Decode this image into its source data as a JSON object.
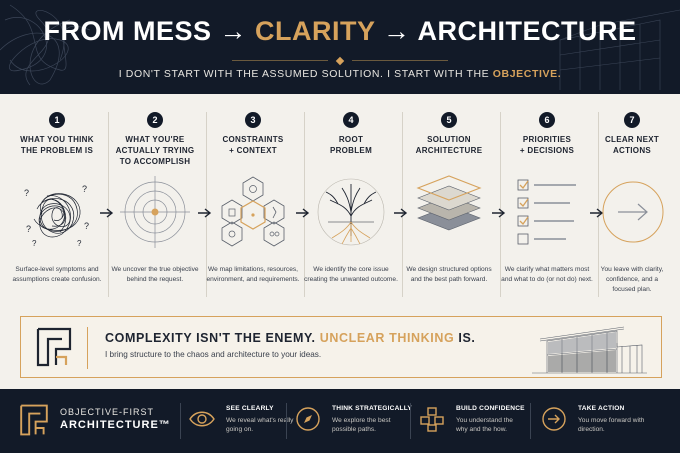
{
  "header": {
    "title_part1": "FROM MESS → ",
    "title_accent": "CLARITY",
    "title_part2": " → ARCHITECTURE",
    "subtitle_part1": "I DON'T START WITH THE ASSUMED SOLUTION. I START WITH THE ",
    "subtitle_accent": "OBJECTIVE.",
    "accent_color": "#d6a25c",
    "background_color": "#121a28"
  },
  "steps": [
    {
      "num": "1",
      "title": "WHAT YOU THINK\nTHE PROBLEM IS",
      "desc": "Surface-level symptoms and assumptions create confusion.",
      "icon": "scribble-icon"
    },
    {
      "num": "2",
      "title": "WHAT YOU'RE\nACTUALLY TRYING\nTO ACCOMPLISH",
      "desc": "We uncover the true objective behind the request.",
      "icon": "target-icon"
    },
    {
      "num": "3",
      "title": "CONSTRAINTS\n+ CONTEXT",
      "desc": "We map limitations, resources, environment, and requirements.",
      "icon": "hexagon-network-icon"
    },
    {
      "num": "4",
      "title": "ROOT\nPROBLEM",
      "desc": "We identify the core issue creating the unwanted outcome.",
      "icon": "tree-roots-icon"
    },
    {
      "num": "5",
      "title": "SOLUTION\nARCHITECTURE",
      "desc": "We design structured options and the best path forward.",
      "icon": "layers-icon"
    },
    {
      "num": "6",
      "title": "PRIORITIES\n+ DECISIONS",
      "desc": "We clarify what matters most and what to do (or not do) next.",
      "icon": "checklist-icon"
    },
    {
      "num": "7",
      "title": "CLEAR NEXT\nACTIONS",
      "desc": "You leave with clarity, confidence, and a focused plan.",
      "icon": "arrow-circle-icon"
    }
  ],
  "callout": {
    "title_part1": "COMPLEXITY ISN'T THE ENEMY. ",
    "title_accent": "UNCLEAR THINKING",
    "title_part2": " IS.",
    "desc": "I bring structure to the chaos and architecture to your ideas."
  },
  "footer": {
    "brand_line1": "OBJECTIVE-FIRST",
    "brand_line2": "ARCHITECTURE™",
    "items": [
      {
        "title": "SEE CLEARLY",
        "desc": "We reveal what's really going on.",
        "icon": "eye-icon"
      },
      {
        "title": "THINK STRATEGICALLY",
        "desc": "We explore the best possible paths.",
        "icon": "compass-icon"
      },
      {
        "title": "BUILD CONFIDENCE",
        "desc": "You understand the why and the how.",
        "icon": "blocks-icon"
      },
      {
        "title": "TAKE ACTION",
        "desc": "You move forward with direction.",
        "icon": "arrow-right-circle-icon"
      }
    ]
  }
}
